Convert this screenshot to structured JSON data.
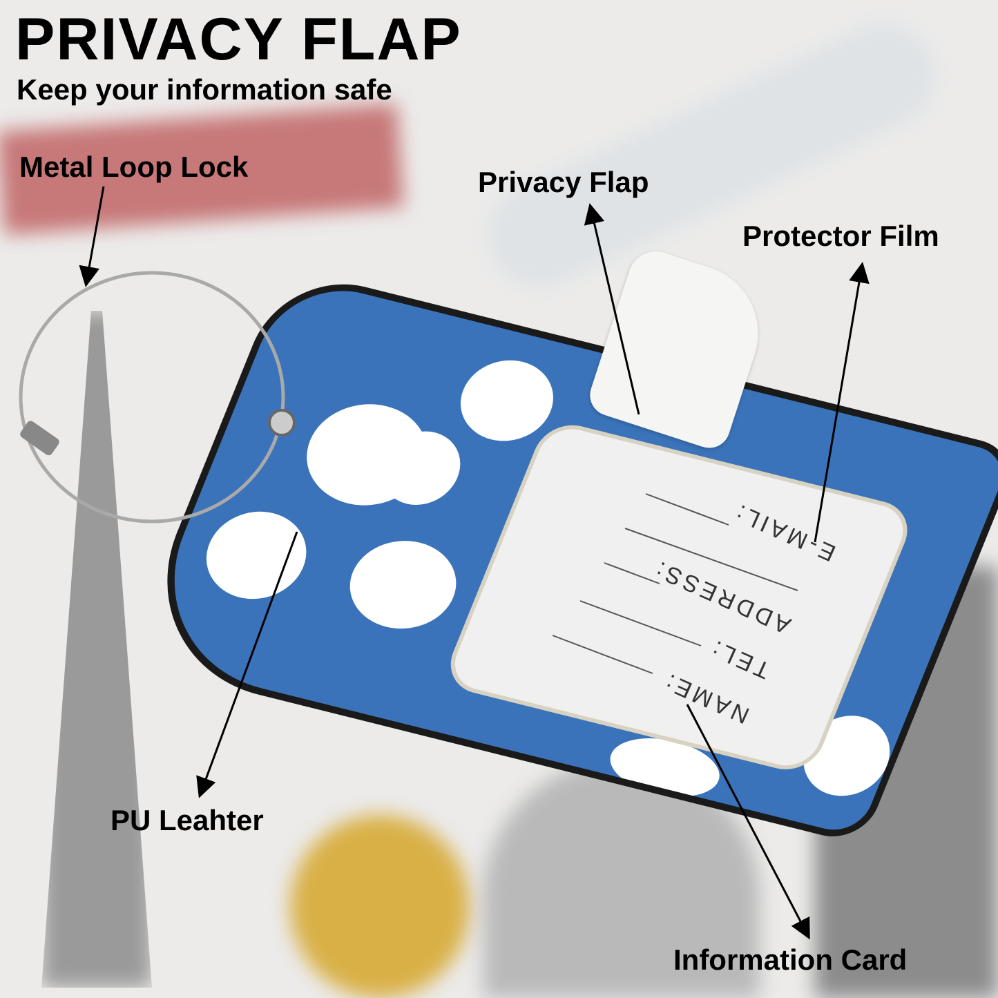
{
  "header": {
    "title": "PRIVACY FLAP",
    "subtitle": "Keep your information safe"
  },
  "callouts": {
    "metal_loop_lock": "Metal Loop Lock",
    "privacy_flap": "Privacy Flap",
    "protector_film": "Protector Film",
    "pu_leather": "PU Leahter",
    "information_card": "Information Card"
  },
  "card_fields": {
    "email": "E-MAIL:",
    "address": "ADDRESS:",
    "tel": "TEL:",
    "name": "NAME:"
  },
  "colors": {
    "tag_blue": "#3a73b9",
    "text": "#000000",
    "background": "#ecebea"
  }
}
